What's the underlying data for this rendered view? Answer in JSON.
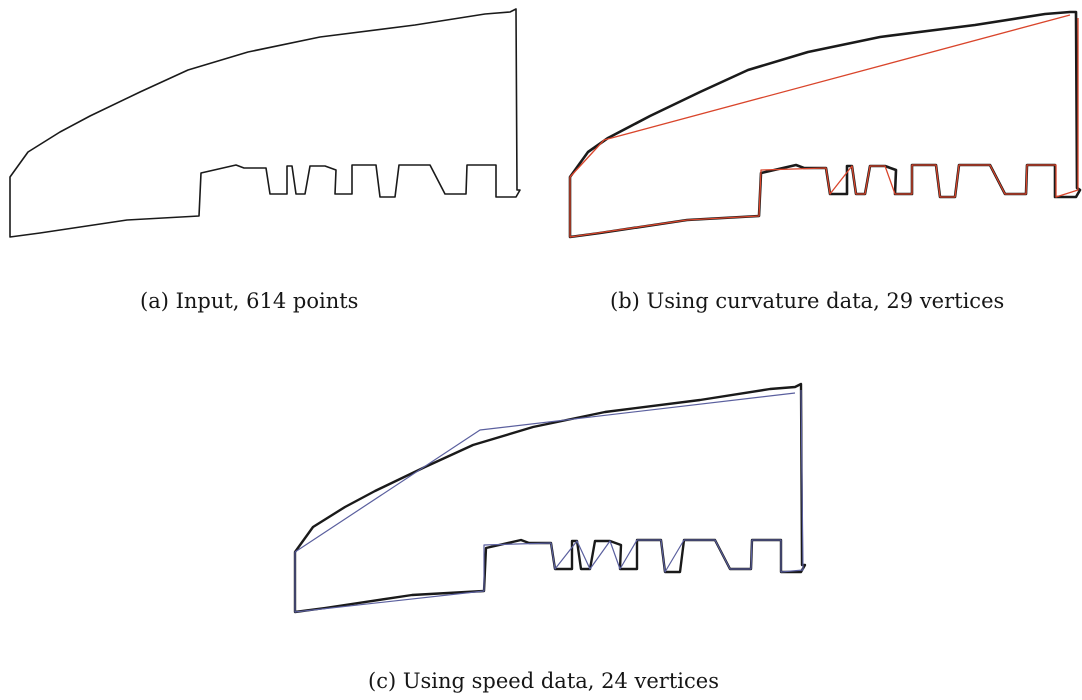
{
  "figure": {
    "captions": {
      "a": "(a) Input, 614 points",
      "b": "(b) Using curvature data, 29 vertices",
      "c": "(c) Using speed data, 24 vertices"
    },
    "colors": {
      "ink": "#1a1a1a",
      "curvature_fit": "#d9452b",
      "speed_fit": "#5a5f9e"
    }
  }
}
